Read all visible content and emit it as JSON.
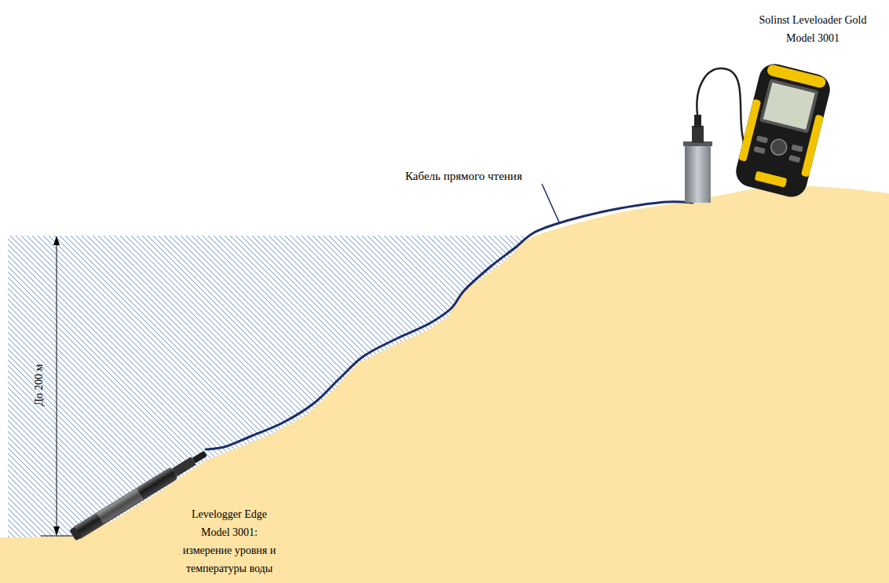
{
  "diagram": {
    "nodes": [
      {
        "text": [
          "Solinst Leveloader Gold Model 3001"
        ]
      },
      {
        "text": [
          "Levelogger Edge Model 3001: измерение уровня и температуры воды"
        ]
      }
    ],
    "edges": [
      {
        "from": 1,
        "to": 0,
        "arrow": "none",
        "label": "Кабель прямого чтения"
      }
    ],
    "labels": [
      "До 200 м"
    ]
  }
}
